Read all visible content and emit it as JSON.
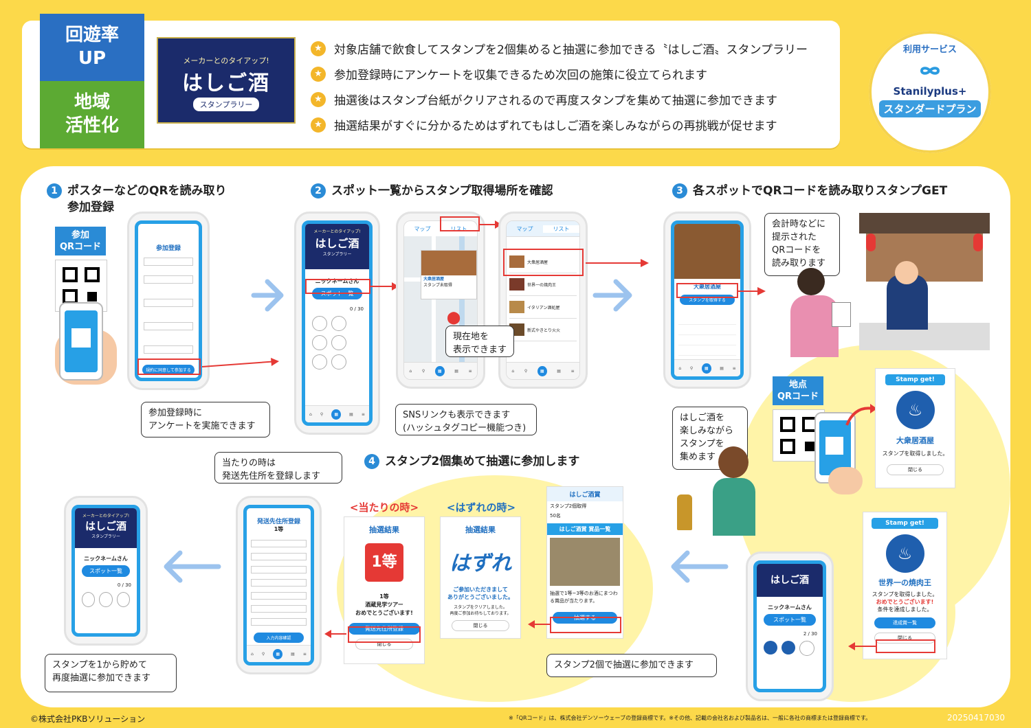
{
  "header": {
    "tag_top": "回遊率\nUP",
    "tag_bottom": "地域\n活性化",
    "banner": {
      "sub": "メーカーとのタイアップ!",
      "title": "はしご酒",
      "badge": "スタンプラリー"
    },
    "bullets": [
      "対象店舗で飲食してスタンプを2個集めると抽選に参加できる〝はしご酒〟スタンプラリー",
      "参加登録時にアンケートを収集できるため次回の施策に役立てられます",
      "抽選後はスタンプ台紙がクリアされるので再度スタンプを集めて抽選に参加できます",
      "抽選結果がすぐに分かるためはずれてもはしご酒を楽しみながらの再挑戦が促せます"
    ],
    "service": {
      "label": "利用サービス",
      "brand": "Stanilyplus+",
      "plan": "スタンダードプラン"
    }
  },
  "steps": {
    "s1": {
      "num": "1",
      "title": "ポスターなどのQRを読み取り\n参加登録",
      "qr_label": "参加\nQRコード",
      "form_title": "参加登録",
      "submit": "規約に同意して参加する",
      "callout": "参加登録時に\nアンケートを実施できます"
    },
    "s2": {
      "num": "2",
      "title": "スポット一覧からスタンプ取得場所を確認",
      "nickname": "ニックネームさん",
      "spot_button": "スポット一覧",
      "stamp_count": "0 / 30",
      "map_tab": "マップ",
      "list_tab": "リスト",
      "map_shop": "大衆居酒屋",
      "map_note": "スタンプ未取得",
      "callout_map": "現在地を\n表示できます",
      "callout_sns": "SNSリンクも表示できます\n(ハッシュタグコピー機能つき)",
      "list_items": [
        "大衆居酒屋",
        "世界一の焼肉王",
        "イタリアン酒処屋",
        "新式やきとり火火"
      ]
    },
    "s3": {
      "num": "3",
      "title": "各スポットでQRコードを読み取りスタンプGET",
      "shop": "大衆居酒屋",
      "get_button": "スタンプを取得する",
      "callout_scan": "会計時などに\n提示された\nQRコードを\n読み取ります",
      "qr_label": "地点\nQRコード",
      "stamp_get": "Stamp get!",
      "stamp_shop": "大衆居酒屋",
      "stamp_msg": "スタンプを取得しました。",
      "close": "閉じる",
      "callout_enjoy": "はしご酒を\n楽しみながら\nスタンプを\n集めます"
    },
    "s4": {
      "num": "4",
      "title": "スタンプ2個集めて抽選に参加します",
      "win_head": "<当たりの時>",
      "lose_head": "<はずれの時>",
      "result": "抽選結果",
      "win_prize": "1等\n酒蔵見学ツアー\nおめでとうございます!",
      "win_button": "発送先住所登録",
      "lose_text": "はずれ",
      "lose_msg": "ご参加いただきまして\nありがとうございました。",
      "lose_sub": "スタンプをクリアしました。\n再度ご参加お待ちしております。",
      "close": "閉じる",
      "prize_title": "はしご酒賞",
      "prize_cond": "スタンプ2個取得",
      "prize_count": "50名",
      "prize_list": "はしご酒賞 賞品一覧",
      "prize_desc": "抽選で1等~3等のお酒にまつわる賞品が当たります。",
      "draw_button": "抽選する",
      "stamp2_shop": "世界一の焼肉王",
      "stamp2_msg": "スタンプを取得しました。",
      "stamp2_congrats": "おめでとうございます!",
      "stamp2_cond": "条件を達成しました。",
      "stamp2_btn": "達成賞一覧",
      "stamp2_count": "2 / 30",
      "callout_two": "スタンプ2個で抽選に参加できます",
      "address_title": "発送先住所登録",
      "address_rank": "1等",
      "address_button": "入力内容確認",
      "callout_win": "当たりの時は\n発送先住所を登録します",
      "callout_restart": "スタンプを1から貯めて\n再度抽選に参加できます"
    }
  },
  "footer": {
    "copyright": "©株式会社PKBソリューション",
    "note": "※「QRコード」は、株式会社デンソーウェーブの登録商標です。※その他、記載の会社名および製品名は、一般に各社の商標または登録商標です。",
    "code": "20250417030"
  }
}
